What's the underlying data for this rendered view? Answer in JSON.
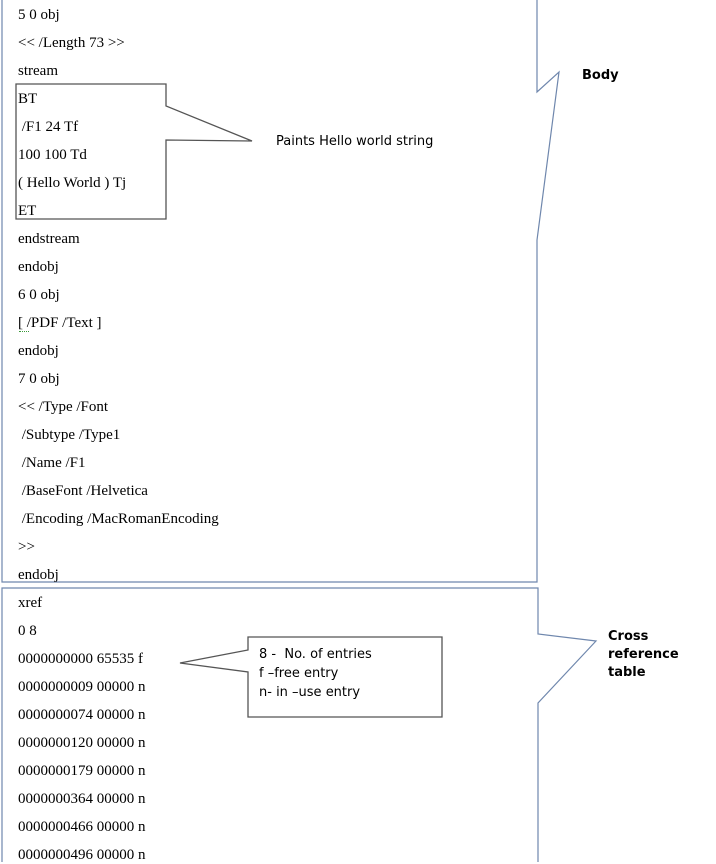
{
  "body_section": {
    "label": "Body",
    "lines": [
      "5 0 obj",
      "<< /Length 73 >>",
      "stream",
      "BT",
      " /F1 24 Tf",
      "100 100 Td",
      "( Hello World ) Tj",
      "ET",
      "endstream",
      "endobj",
      "6 0 obj",
      "[ /PDF /Text ]",
      "endobj",
      "7 0 obj",
      "<< /Type /Font",
      " /Subtype /Type1",
      " /Name /F1",
      " /BaseFont /Helvetica",
      " /Encoding /MacRomanEncoding",
      ">>",
      "endobj"
    ],
    "stream_callout": "Paints Hello world string"
  },
  "xref_section": {
    "label_line1": "Cross reference",
    "label_line2": "table",
    "lines": [
      "xref",
      "0 8",
      "0000000000 65535 f",
      "0000000009 00000 n",
      "0000000074 00000 n",
      "0000000120 00000 n",
      "0000000179 00000 n",
      "0000000364 00000 n",
      "0000000466 00000 n",
      "0000000496 00000 n"
    ],
    "callout_lines": [
      "8 -  No. of entries",
      "f –free entry",
      "n- in –use entry"
    ]
  },
  "colors": {
    "section_border": "#6f87ad",
    "callout_border": "#555555"
  }
}
